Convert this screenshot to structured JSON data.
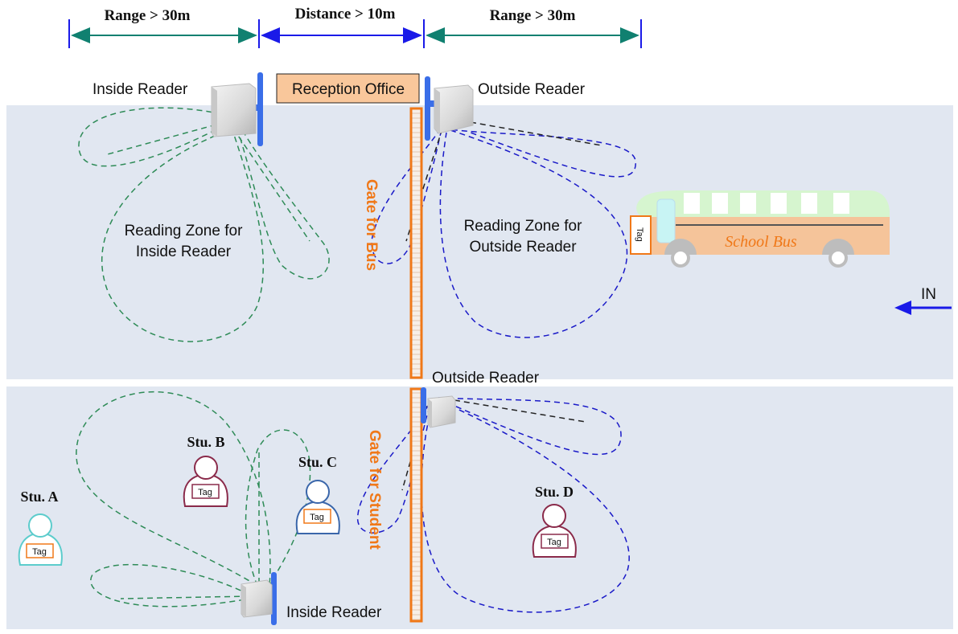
{
  "dimensions": {
    "range_left": "Range > 30m",
    "distance_middle": "Distance > 10m",
    "range_right": "Range > 30m"
  },
  "office": {
    "label": "Reception Office"
  },
  "readers": {
    "bus_inside": "Inside Reader",
    "bus_outside": "Outside Reader",
    "student_outside": "Outside Reader",
    "student_inside": "Inside Reader"
  },
  "zones": {
    "inside_line1": "Reading Zone for",
    "inside_line2": "Inside Reader",
    "outside_line1": "Reading Zone for",
    "outside_line2": "Outside Reader"
  },
  "gates": {
    "bus": "Gate for Bus",
    "student": "Gate for Student"
  },
  "bus": {
    "name": "School Bus",
    "tag": "Tag"
  },
  "entry": {
    "label": "IN"
  },
  "students": [
    {
      "name": "Stu. A",
      "tag": "Tag",
      "color": "#5ccccc"
    },
    {
      "name": "Stu. B",
      "tag": "Tag",
      "color": "#8a2a4a"
    },
    {
      "name": "Stu. C",
      "tag": "Tag",
      "color": "#3a66aa"
    },
    {
      "name": "Stu. D",
      "tag": "Tag",
      "color": "#8a2a4a"
    }
  ],
  "colors": {
    "panel": "#e1e7f1",
    "gate": "#f07818",
    "reader_mount": "#3a6ee8",
    "green_zone": "#2e8b57",
    "blue_zone": "#1a1ac8",
    "dimension_teal": "#108070",
    "dimension_blue": "#1a1ae8"
  }
}
